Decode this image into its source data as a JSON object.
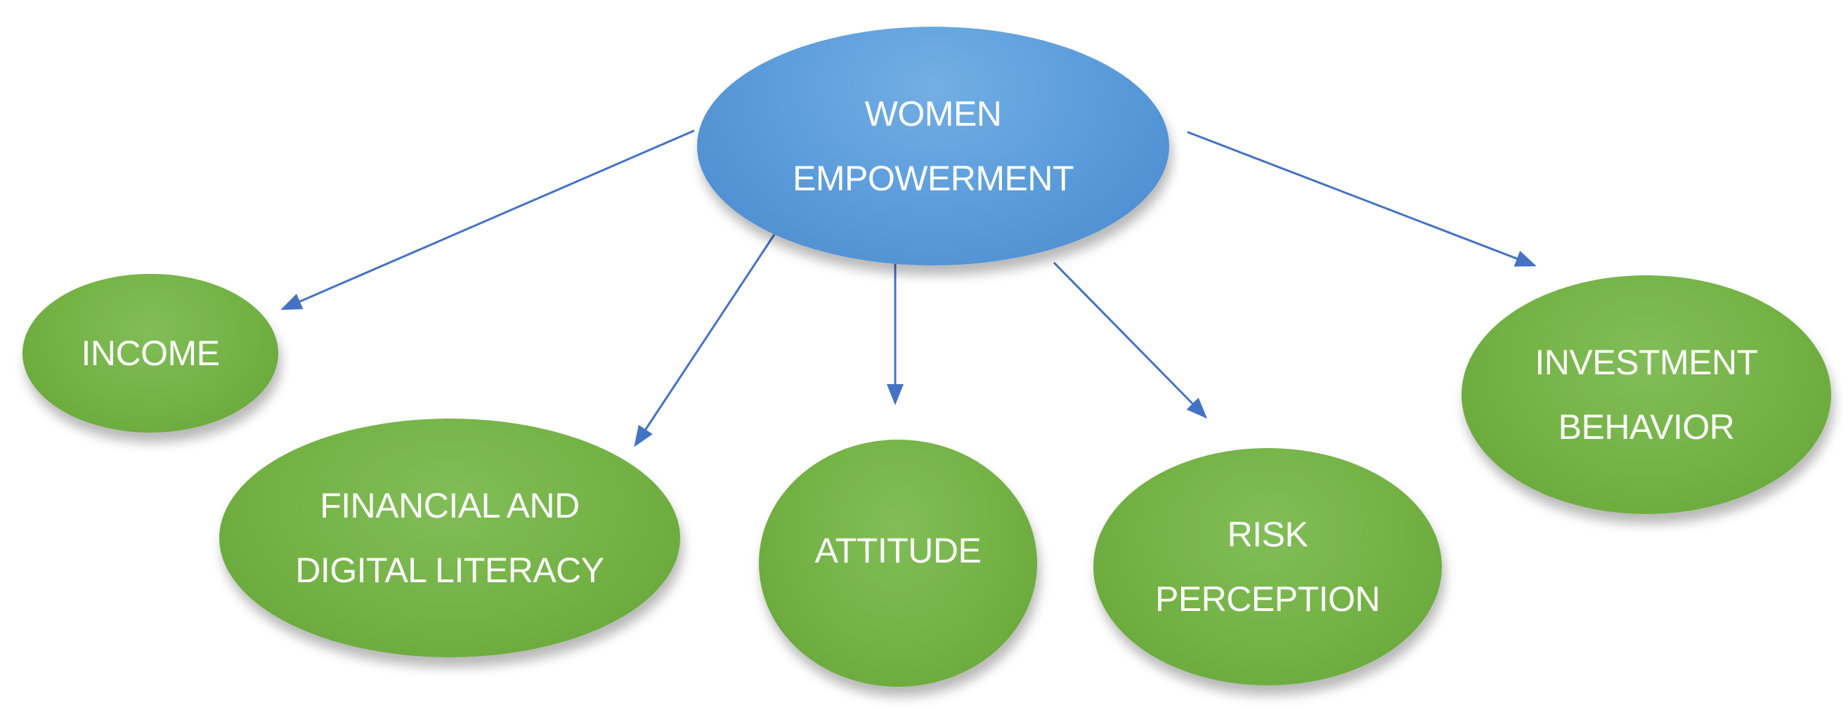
{
  "colors": {
    "center_node": "#5b9cdb",
    "child_node": "#73b144",
    "arrow": "#4472c4",
    "node_text": "#ffffff"
  },
  "nodes": {
    "center": {
      "lines": [
        "WOMEN",
        "EMPOWERMENT"
      ]
    },
    "income": {
      "lines": [
        "INCOME"
      ]
    },
    "financial_digital_literacy": {
      "lines": [
        "FINANCIAL AND",
        "DIGITAL LITERACY"
      ]
    },
    "attitude": {
      "lines": [
        "ATTITUDE"
      ]
    },
    "risk_perception": {
      "lines": [
        "RISK",
        "PERCEPTION"
      ]
    },
    "investment_behavior": {
      "lines": [
        "INVESTMENT",
        "BEHAVIOR"
      ]
    }
  },
  "edges": [
    {
      "from": "center",
      "to": "income"
    },
    {
      "from": "center",
      "to": "financial_digital_literacy"
    },
    {
      "from": "center",
      "to": "attitude"
    },
    {
      "from": "center",
      "to": "risk_perception"
    },
    {
      "from": "center",
      "to": "investment_behavior"
    }
  ]
}
